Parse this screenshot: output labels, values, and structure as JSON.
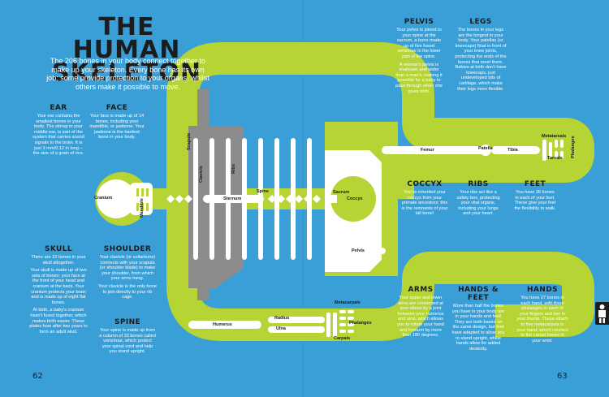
{
  "title": "THE HUMAN SKELETON",
  "intro": "The 206 bones in your body connect together to make up your skeleton. Every bone has its own job: some provide protection to your organs, whilst others make it possible to move.",
  "sections": {
    "ear": {
      "heading": "EAR",
      "text": "Your ear contains the smallest bones in your body. The stirrup in your middle ear, is part of the system that carries sound signals to the brain. It is just 3 mm/0.12 in long – the size of a grain of rice."
    },
    "face": {
      "heading": "FACE",
      "text": "Your face is made up of 14 bones, including your mandible, or jawbone. Your jawbone is the hardest bone in your body."
    },
    "skull": {
      "heading": "SKULL",
      "p1": "There are 22 bones in your skull altogether.",
      "p2": "Your skull is made up of two sets of bones: your face at the front of your head and cranium at the back. Your cranium protects your brain and is made up of eight flat bones.",
      "p3": "At birth, a baby's cranium hasn't fused together, which makes birth easier. These plates fuse after two years to form an adult skull."
    },
    "shoulder": {
      "heading": "SHOULDER",
      "p1": "Your clavicle (or collarbone) connects with your scapula (or shoulder blade) to make your shoulder, from which your arms hang.",
      "p2": "Your clavicle is the only bone to join directly to your rib cage."
    },
    "spine": {
      "heading": "SPINE",
      "text": "Your spine is made up from a column of 33 bones called vertebrae, which protect your spinal cord and help you stand upright."
    },
    "pelvis": {
      "heading": "PELVIS",
      "p1": "Your pelvis is joined to your spine at the sacrum, a bone made up of five fused vertebrae in the lower part of the spine.",
      "p2": "A woman's pelvis is shallower and wider than a man's, making it possible for a baby to pass through when she gives birth."
    },
    "legs": {
      "heading": "LEGS",
      "text": "The bones in your legs are the longest in your body. Your patellas (or kneecaps) float in front of your knee joints, protecting the ends of the bones that meet there. Babies at birth don't have kneecaps, just undeveloped bits of cartilage, which make their legs more flexible."
    },
    "coccyx": {
      "heading": "COCCYX",
      "text": "You've inherited your coccyx from your primate ancestors: this is the remnants of your tail bone!"
    },
    "ribs": {
      "heading": "RIBS",
      "text": "Your ribs act like a safety box, protecting your vital organs, including your lungs and your heart."
    },
    "feet": {
      "heading": "FEET",
      "text": "You have 26 bones in each of your feet. These give your feet the flexibility to walk."
    },
    "arms": {
      "heading": "ARMS",
      "text": "Your upper and lower arms are connected at your elbow by a joint between your humerus and ulna, which allows you to rotate your hand and forearm by more than 180 degrees."
    },
    "hands_feet": {
      "heading": "HANDS & FEET",
      "text": "More than half the bones you have in your body are in your hands and feet! They are both based on the same design, but feet have adapted to allow you to stand upright, whilst hands allow for added dexterity."
    },
    "hands": {
      "heading": "HANDS",
      "text": "You have 27 bones in each hand, with three phalanges in each of your fingers and two in your thumb. These attach to five metacarpals in your hand, which connect to the carpal bones in your wrist."
    }
  },
  "labels": {
    "cranium": "Cranium",
    "mandible": "Mandible",
    "scapula": "Scapula",
    "clavicle": "Clavicle",
    "ribs": "Ribs",
    "sternum": "Sternum",
    "spine": "Spine",
    "sacrum": "Sacrum",
    "coccyx": "Coccyx",
    "pelvis": "Pelvis",
    "femur": "Femur",
    "patella": "Patella",
    "tibia": "Tibia",
    "metatarsals": "Metatarsals",
    "phalanges_foot": "Phalanges",
    "tarsals": "Tarsals",
    "humerus": "Humerus",
    "radius": "Radius",
    "ulna": "Ulna",
    "metacarpals": "Metacarpals",
    "phalanges_hand": "Phalanges",
    "carpals": "Carpals"
  },
  "page_numbers": {
    "left": "62",
    "right": "63"
  },
  "colors": {
    "background": "#3a9fd6",
    "track": "#b6d433",
    "bone": "#ffffff",
    "ribcage": "#8c8c8c",
    "heading": "#1c1c1c"
  }
}
